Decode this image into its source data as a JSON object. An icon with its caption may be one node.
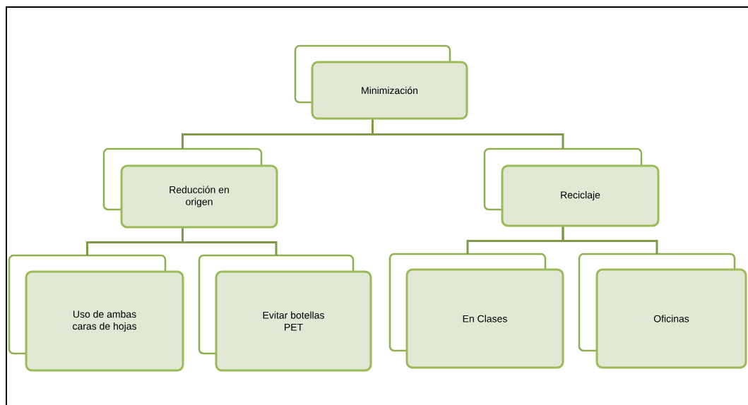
{
  "diagram": {
    "nodes": [
      {
        "text": [
          "Minimización"
        ]
      },
      {
        "text": [
          "Reducción en origen"
        ]
      },
      {
        "text": [
          "Reciclaje"
        ]
      },
      {
        "text": [
          "Uso de ambas caras de hojas"
        ]
      },
      {
        "text": [
          "Evitar botellas PET"
        ]
      },
      {
        "text": [
          "En Clases"
        ]
      },
      {
        "text": [
          "Oficinas"
        ]
      }
    ],
    "edges": [
      {
        "from": 0,
        "to": 1,
        "arrow": "none"
      },
      {
        "from": 0,
        "to": 2,
        "arrow": "none"
      },
      {
        "from": 1,
        "to": 3,
        "arrow": "none"
      },
      {
        "from": 1,
        "to": 4,
        "arrow": "none"
      },
      {
        "from": 2,
        "to": 5,
        "arrow": "none"
      },
      {
        "from": 2,
        "to": 6,
        "arrow": "none"
      }
    ]
  }
}
